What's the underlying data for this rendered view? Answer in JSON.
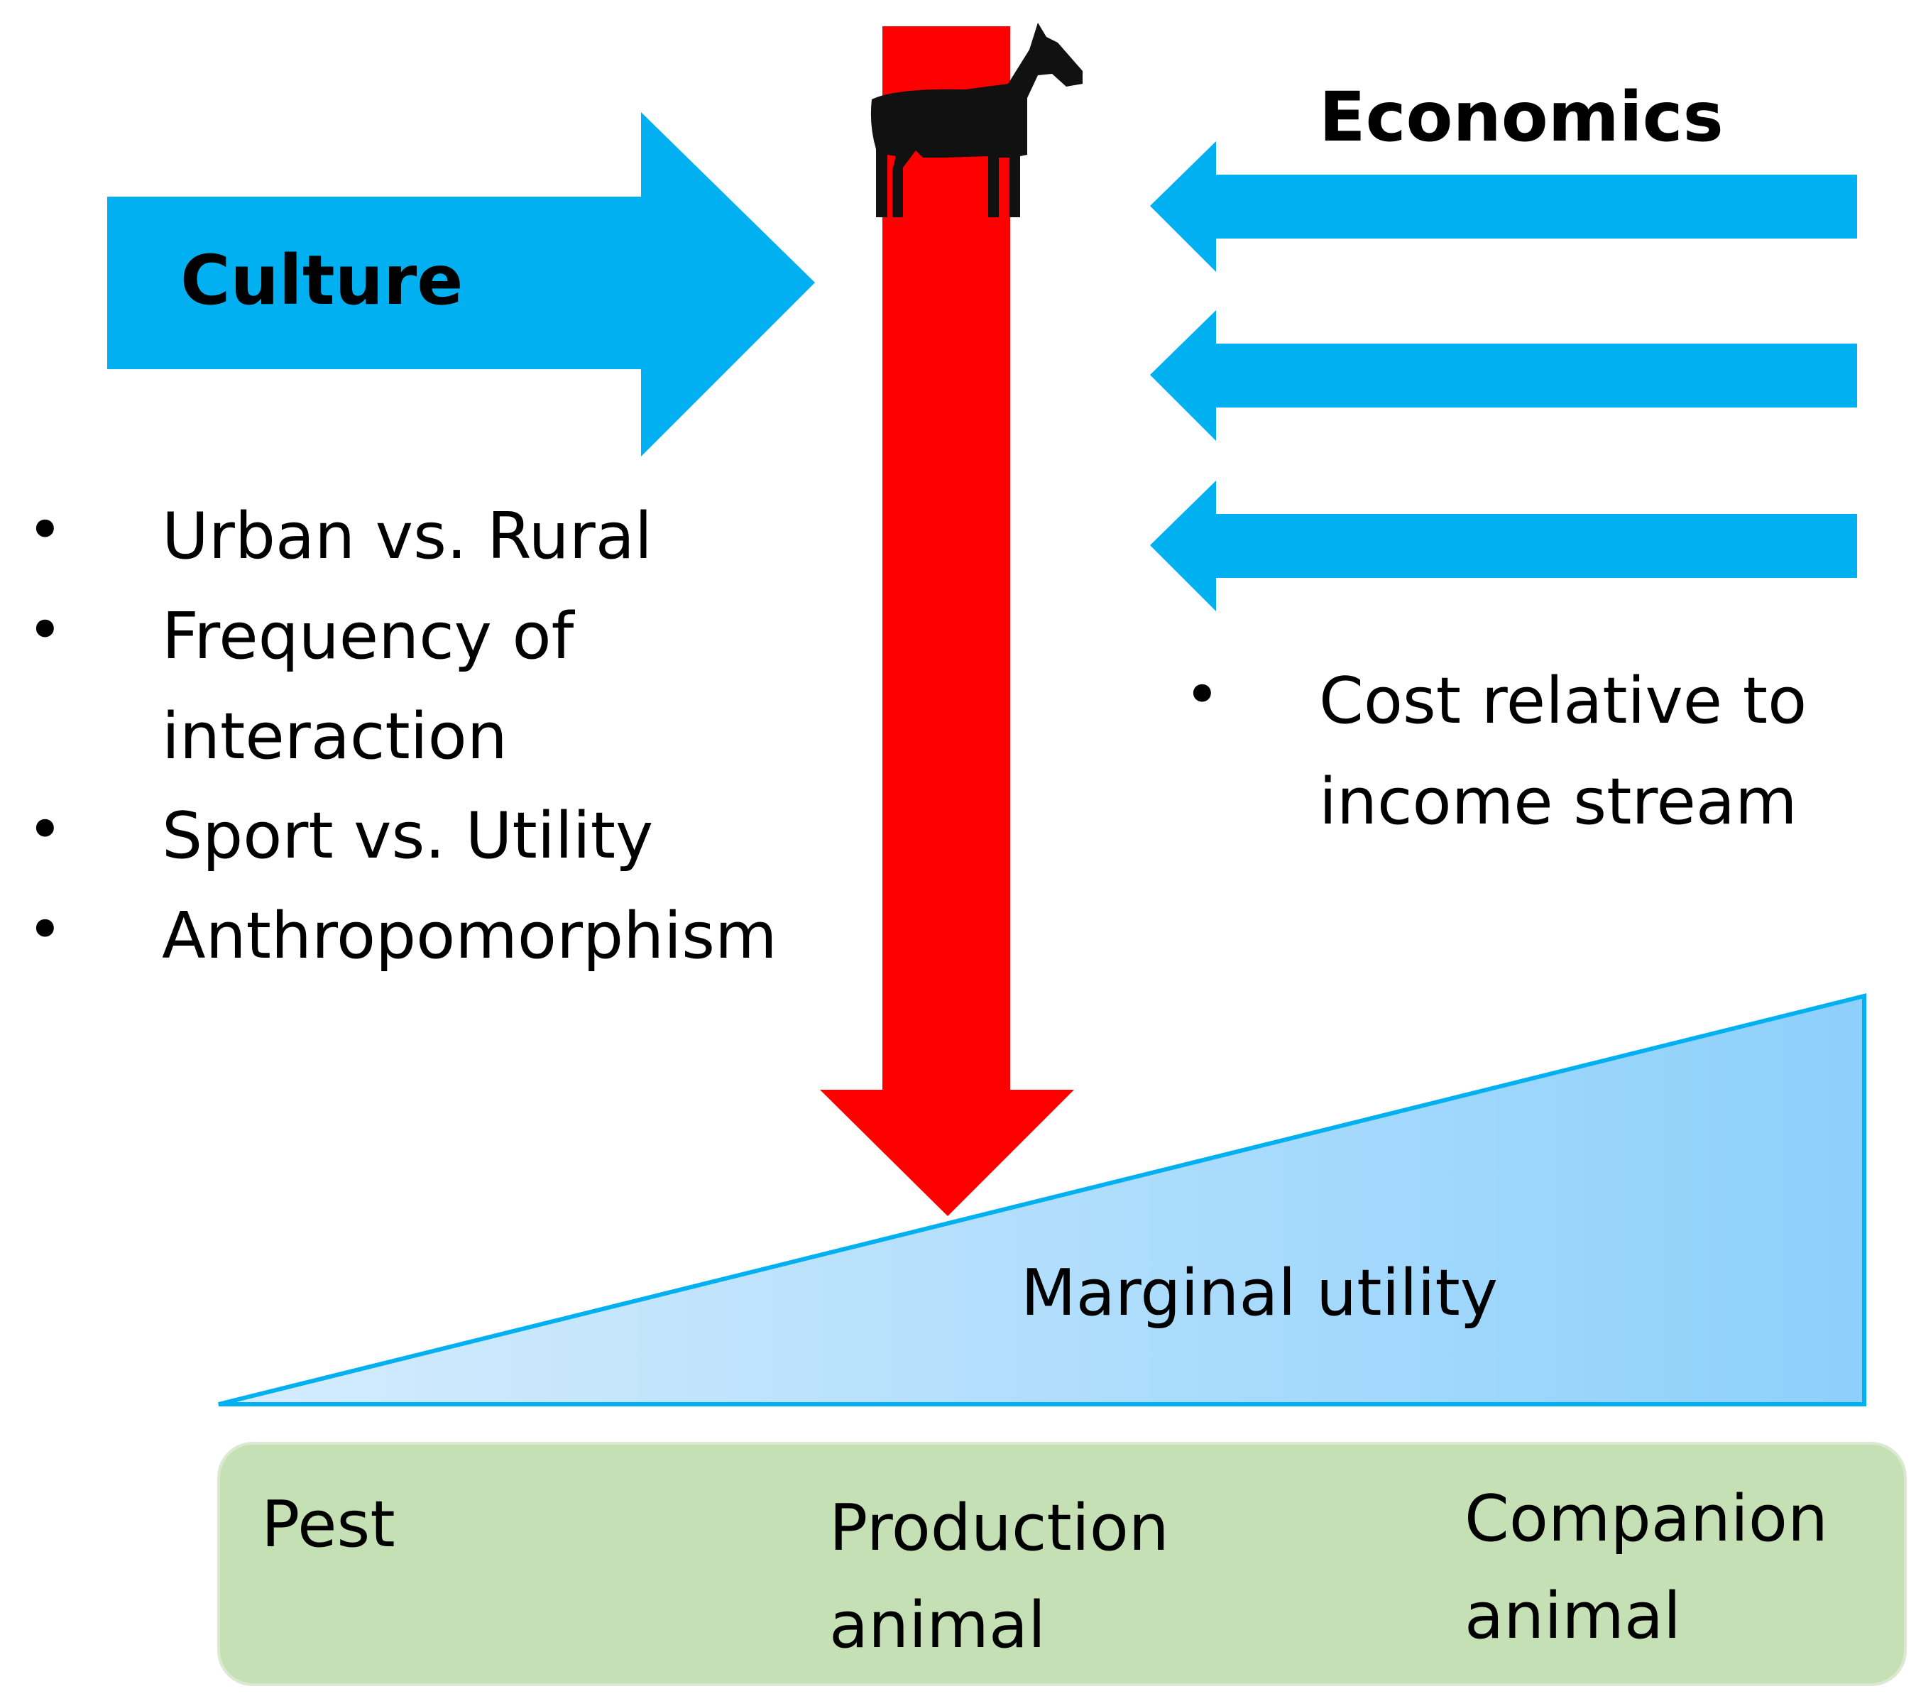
{
  "colors": {
    "arrow_blue": "#00b0f0",
    "arrow_red": "#ff0000",
    "wedge_light": "#d6ecfd",
    "wedge_dark": "#8dd0fb",
    "wedge_stroke": "#00b0f0",
    "category_box": "#c5e0b4",
    "text": "#000000"
  },
  "culture": {
    "title": "Culture",
    "bullet": "•",
    "items": [
      "Urban vs. Rural",
      "Frequency of",
      "interaction",
      "Sport vs. Utility",
      "Anthropomorphism"
    ]
  },
  "economics": {
    "title": "Economics",
    "bullet": "•",
    "items": [
      "Cost relative to",
      "income stream"
    ]
  },
  "icon": "horse-icon",
  "wedge": {
    "label": "Marginal utility"
  },
  "categories": {
    "pest": [
      "Pest"
    ],
    "production": [
      "Production",
      "animal"
    ],
    "companion": [
      "Companion",
      "animal"
    ]
  }
}
